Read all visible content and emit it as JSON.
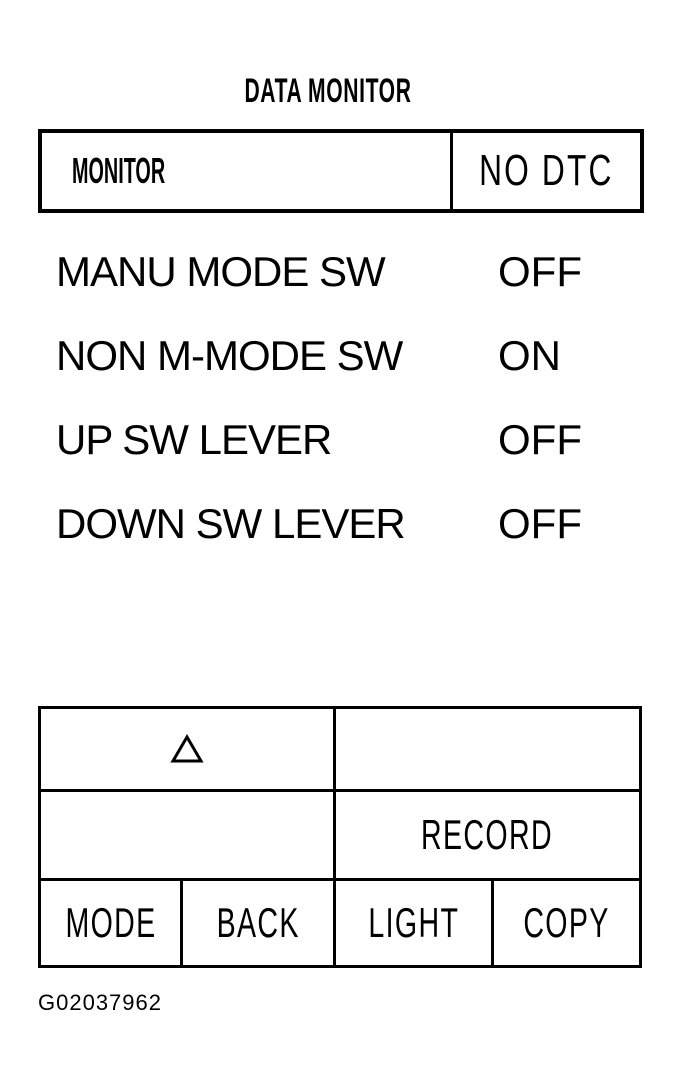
{
  "screen": {
    "title": "DATA MONITOR"
  },
  "header": {
    "left_label": "MONITOR",
    "right_label": "NO DTC"
  },
  "items": [
    {
      "label": "MANU MODE SW",
      "value": "OFF"
    },
    {
      "label": "NON M-MODE SW",
      "value": "ON"
    },
    {
      "label": "UP SW LEVER",
      "value": "OFF"
    },
    {
      "label": "DOWN SW LEVER",
      "value": "OFF"
    }
  ],
  "panel": {
    "up_icon": "triangle-up-icon",
    "record_label": "RECORD",
    "mode_label": "MODE",
    "back_label": "BACK",
    "light_label": "LIGHT",
    "copy_label": "COPY"
  },
  "caption": "G02037962"
}
